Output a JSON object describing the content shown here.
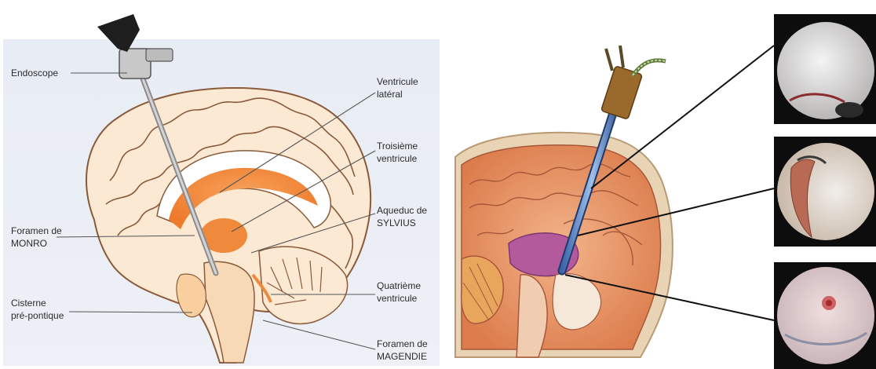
{
  "left_diagram": {
    "labels": {
      "endoscope": "Endoscope",
      "ventricule_lateral_1": "Ventricule",
      "ventricule_lateral_2": "latéral",
      "troisieme_1": "Troisième",
      "troisieme_2": "ventricule",
      "aqueduc_1": "Aqueduc de",
      "aqueduc_2": "SYLVIUS",
      "foramen_monro_1": "Foramen de",
      "foramen_monro_2": "MONRO",
      "quatrieme_1": "Quatrième",
      "quatrieme_2": "ventricule",
      "cisterne_1": "Cisterne",
      "cisterne_2": "pré-pontique",
      "foramen_magendie_1": "Foramen de",
      "foramen_magendie_2": "MAGENDIE"
    }
  },
  "right_diagram": {
    "endoscopic_views": [
      "lateral-ventricle-view",
      "third-ventricle-view",
      "floor-of-third-ventricle-view"
    ]
  },
  "colors": {
    "panel_bg": "#e4e9f2",
    "brain_fill": "#fbe9d4",
    "ventricle": "#f08a3c",
    "label_lines": "#555555"
  }
}
